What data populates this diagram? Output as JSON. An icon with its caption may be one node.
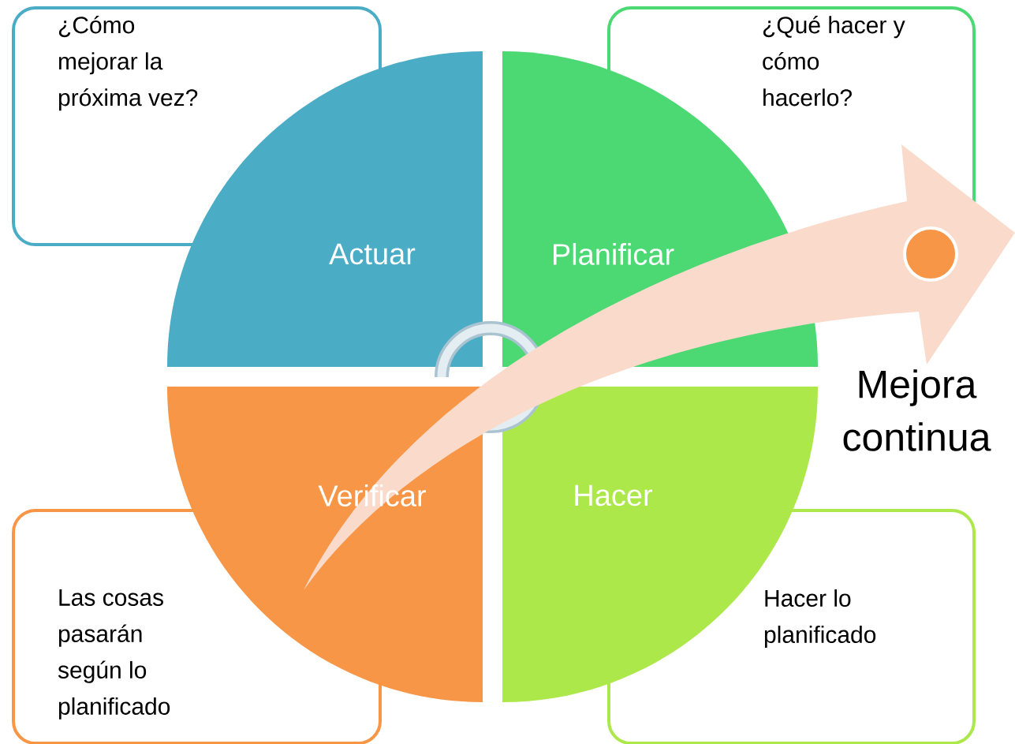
{
  "diagram": {
    "nodes": [
      {
        "text": [
          "¿Cómo mejorar la próxima vez?"
        ]
      },
      {
        "text": [
          "Actuar"
        ]
      },
      {
        "text": [
          "Planificar"
        ]
      },
      {
        "text": [
          "¿Qué hacer y cómo hacerlo?"
        ]
      },
      {
        "text": [
          "Verificar"
        ]
      },
      {
        "text": [
          "Hacer"
        ]
      },
      {
        "text": [
          "Las cosas pasarán según lo planificado"
        ]
      },
      {
        "text": [
          "Hacer lo planificado"
        ]
      }
    ],
    "labels": [
      "Mejora continua"
    ]
  }
}
